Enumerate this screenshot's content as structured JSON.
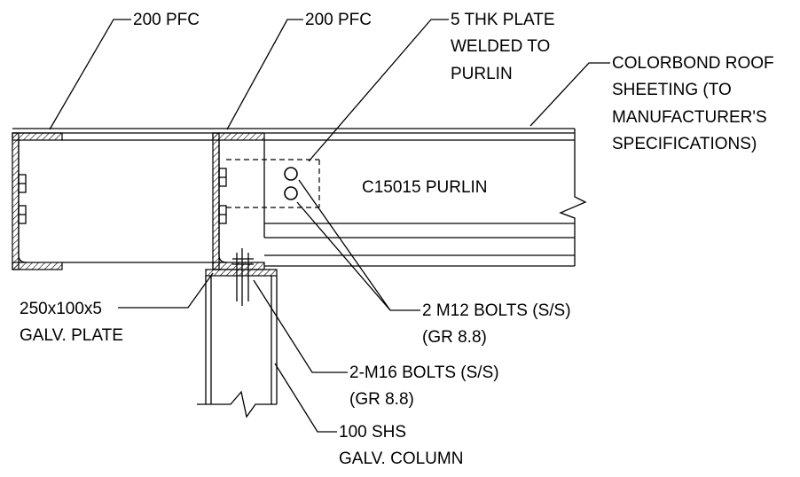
{
  "labels": {
    "pfc_left": "200 PFC",
    "pfc_mid": "200 PFC",
    "plate_1": "5 THK PLATE",
    "plate_2": "WELDED TO",
    "plate_3": "PURLIN",
    "roof_1": "COLORBOND ROOF",
    "roof_2": "SHEETING (TO",
    "roof_3": "MANUFACTURER'S",
    "roof_4": "SPECIFICATIONS)",
    "purlin": "C15015 PURLIN",
    "base_plate_1": "250x100x5",
    "base_plate_2": "GALV. PLATE",
    "m12_1": "2 M12 BOLTS (S/S)",
    "m12_2": "(GR 8.8)",
    "m16_1": "2-M16 BOLTS (S/S)",
    "m16_2": "(GR 8.8)",
    "shs_1": "100 SHS",
    "shs_2": "GALV. COLUMN"
  }
}
